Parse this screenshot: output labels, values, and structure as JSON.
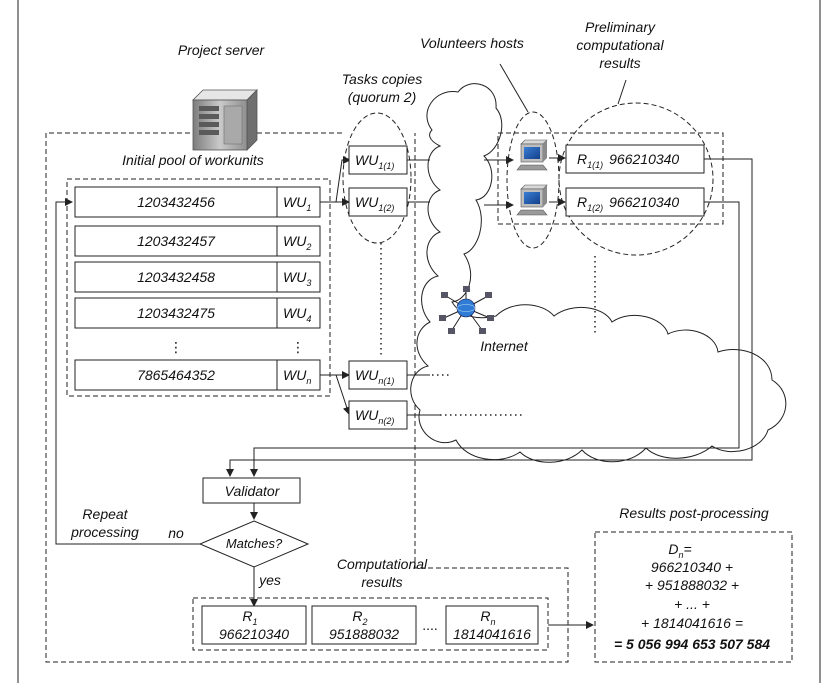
{
  "labels": {
    "project_server": "Project server",
    "initial_pool": "Initial pool of workunits",
    "tasks_copies_1": "Tasks copies",
    "tasks_copies_2": "(quorum 2)",
    "volunteers_hosts": "Volunteers  hosts",
    "preliminary_1": "Preliminary",
    "preliminary_2": "computational",
    "preliminary_3": "results",
    "internet": "Internet",
    "validator": "Validator",
    "matches": "Matches?",
    "yes": "yes",
    "no": "no",
    "repeat_1": "Repeat",
    "repeat_2": "processing",
    "computational_results_1": "Computational",
    "computational_results_2": "results",
    "postprocessing": "Results post-processing"
  },
  "pool_rows": [
    {
      "value": "1203432456",
      "wu": "WU",
      "sub": "1"
    },
    {
      "value": "1203432457",
      "wu": "WU",
      "sub": "2"
    },
    {
      "value": "1203432458",
      "wu": "WU",
      "sub": "3"
    },
    {
      "value": "1203432475",
      "wu": "WU",
      "sub": "4"
    },
    {
      "value": "7865464352",
      "wu": "WU",
      "sub": "n"
    }
  ],
  "pool_ellipsis": "⋮",
  "task_copies": [
    {
      "wu": "WU",
      "sub": "1(1)"
    },
    {
      "wu": "WU",
      "sub": "1(2)"
    },
    {
      "wu": "WU",
      "sub": "n(1)"
    },
    {
      "wu": "WU",
      "sub": "n(2)"
    }
  ],
  "prelim_results": [
    {
      "r": "R",
      "sub": "1(1)",
      "value": "966210340"
    },
    {
      "r": "R",
      "sub": "1(2)",
      "value": "966210340"
    }
  ],
  "final_results": [
    {
      "r": "R",
      "sub": "1",
      "value": "966210340"
    },
    {
      "r": "R",
      "sub": "2",
      "value": "951888032"
    },
    {
      "r": "R",
      "sub": "n",
      "value": "1814041616"
    }
  ],
  "final_ellipsis": "....",
  "sum": {
    "d": "D",
    "d_sub": "n",
    "d_eq": "=",
    "line1": "966210340 +",
    "line2": "+ 951888032 +",
    "line3": "+ ... +",
    "line4": "+ 1814041616 =",
    "total": "= 5 056 994 653 507 584"
  },
  "icons": {
    "server": "server-icon",
    "host": "computer-icon",
    "internet": "network-globe-icon"
  }
}
